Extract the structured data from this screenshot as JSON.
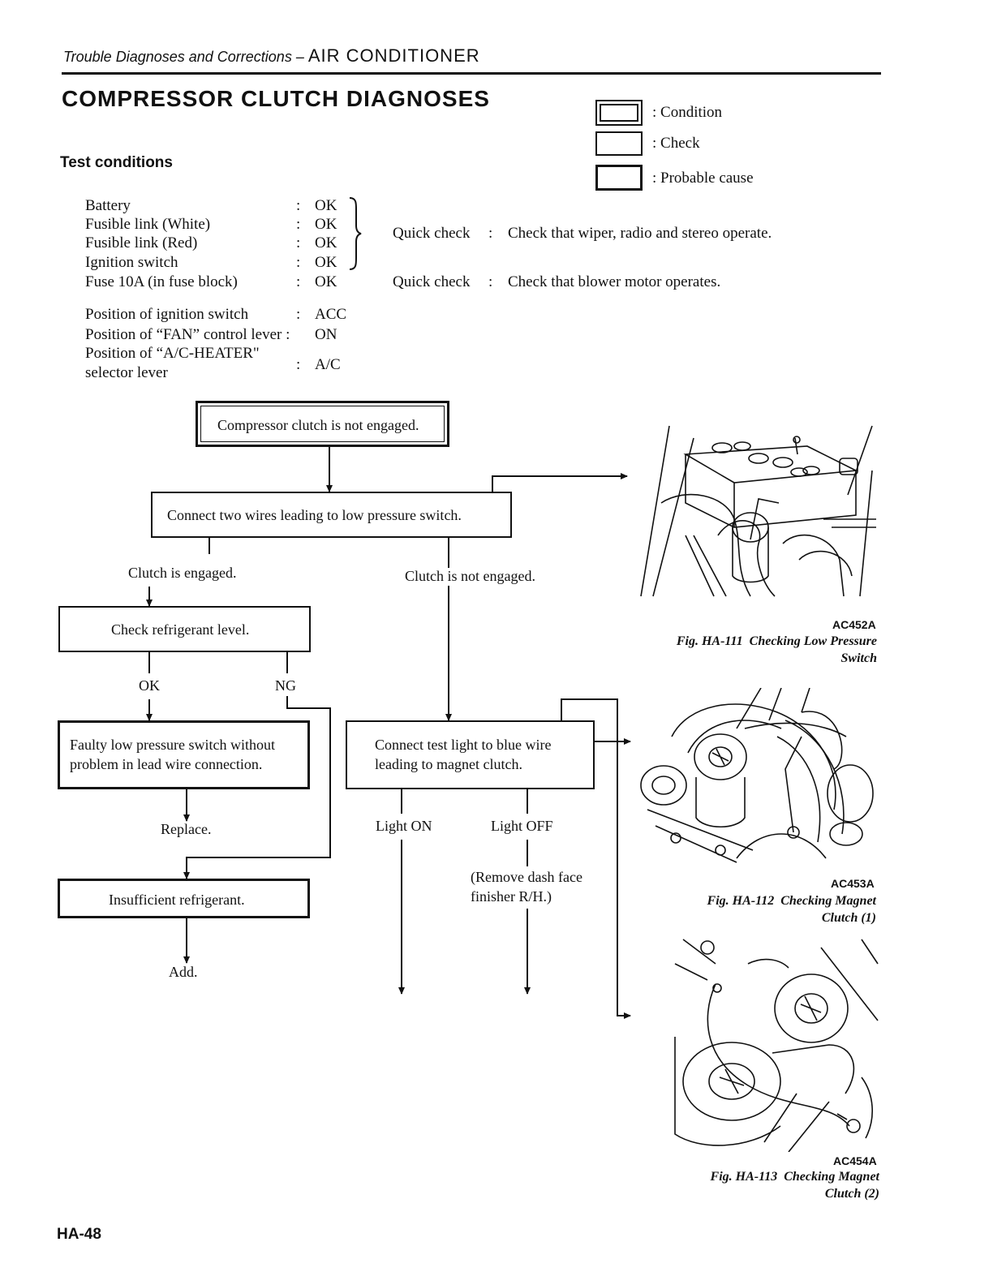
{
  "header": {
    "prefix": "Trouble Diagnoses and Corrections –",
    "section": "AIR CONDITIONER"
  },
  "title": "COMPRESSOR CLUTCH DIAGNOSES",
  "legend": {
    "condition": ": Condition",
    "check": ": Check",
    "cause": ": Probable cause"
  },
  "test_conditions": {
    "heading": "Test conditions",
    "items": [
      {
        "label": "Battery",
        "value": "OK"
      },
      {
        "label": "Fusible link (White)",
        "value": "OK"
      },
      {
        "label": "Fusible link (Red)",
        "value": "OK"
      },
      {
        "label": "Ignition switch",
        "value": "OK"
      },
      {
        "label": "Fuse 10A (in fuse block)",
        "value": "OK"
      }
    ],
    "positions": [
      {
        "label": "Position of ignition switch",
        "value": "ACC"
      },
      {
        "label": "Position of “FAN” control lever :",
        "value": "ON"
      },
      {
        "label": "Position of “A/C-HEATER\"\nselector lever",
        "value": "A/C"
      }
    ],
    "quick_checks": [
      {
        "label": "Quick check",
        "text": "Check that wiper, radio and stereo operate."
      },
      {
        "label": "Quick check",
        "text": "Check that blower motor operates."
      }
    ]
  },
  "flow": {
    "start": "Compressor clutch is not engaged.",
    "connect_low": "Connect two wires leading to low pressure switch.",
    "clutch_engaged": "Clutch is engaged.",
    "clutch_not_engaged": "Clutch is not engaged.",
    "check_refrigerant": "Check refrigerant level.",
    "ok": "OK",
    "ng": "NG",
    "faulty_switch": "Faulty low pressure switch without\nproblem in lead wire connection.",
    "replace": "Replace.",
    "insufficient": "Insufficient refrigerant.",
    "add": "Add.",
    "connect_test_light": "Connect test light to blue wire\nleading to magnet clutch.",
    "light_on": "Light ON",
    "light_off": "Light OFF",
    "remove_dash": "(Remove dash face\nfinisher R/H.)"
  },
  "figures": [
    {
      "id": "AC452A",
      "caption": "Fig. HA-111  Checking Low Pressure\nSwitch"
    },
    {
      "id": "AC453A",
      "caption": "Fig. HA-112  Checking Magnet\nClutch (1)"
    },
    {
      "id": "AC454A",
      "caption": "Fig. HA-113  Checking Magnet\nClutch (2)"
    }
  ],
  "page_number": "HA-48"
}
